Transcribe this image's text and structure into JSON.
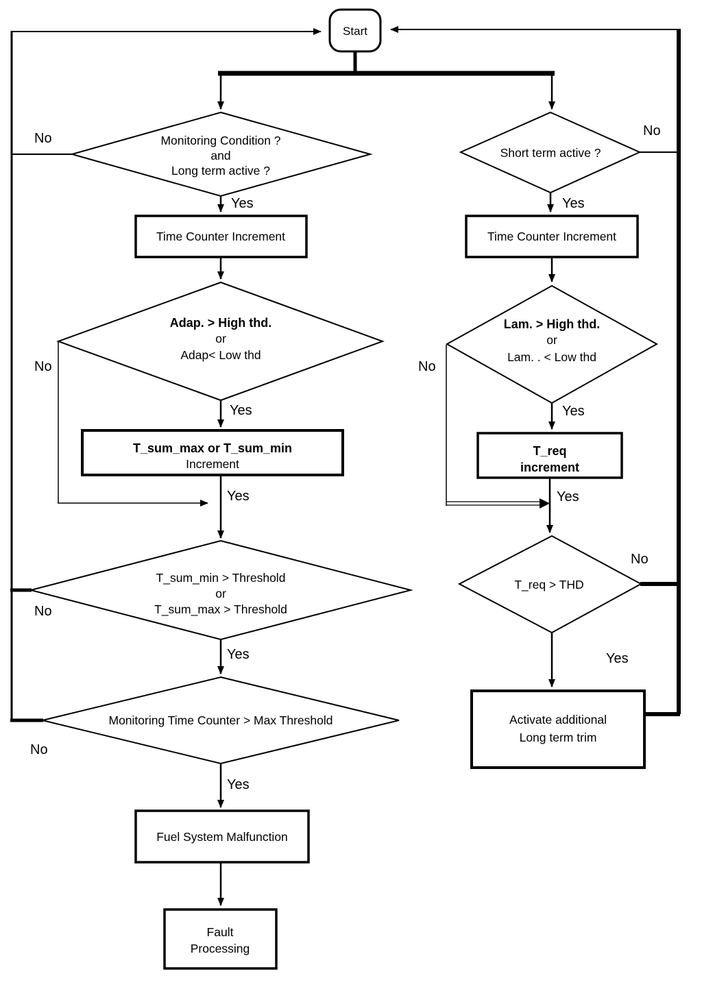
{
  "diagram": {
    "start": "Start",
    "yes": "Yes",
    "no": "No",
    "left": {
      "d_monitoring": [
        "Monitoring  Condition ?",
        "and",
        "Long term active ?"
      ],
      "box_time_counter": "Time Counter Increment",
      "d_adap": [
        "Adap. > High thd.",
        "or",
        "Adap< Low thd"
      ],
      "box_tsum": [
        "T_sum_max or  T_sum_min",
        "Increment"
      ],
      "d_tsum": [
        "T_sum_min > Threshold",
        "or",
        "T_sum_max > Threshold"
      ],
      "d_mtc": "Monitoring Time Counter > Max Threshold",
      "box_malfunction": "Fuel System Malfunction",
      "box_fault": [
        "Fault",
        "Processing"
      ]
    },
    "right": {
      "d_short_term": "Short term active ?",
      "box_time_counter": "Time Counter Increment",
      "d_lam": [
        "Lam. > High thd.",
        "or",
        "Lam. . < Low thd"
      ],
      "box_treq": [
        "T_req",
        "increment"
      ],
      "d_treq": "T_req > THD",
      "box_activate": [
        "Activate additional",
        "Long term trim"
      ]
    },
    "colors": {
      "line": "#000000",
      "background": "#ffffff"
    }
  }
}
